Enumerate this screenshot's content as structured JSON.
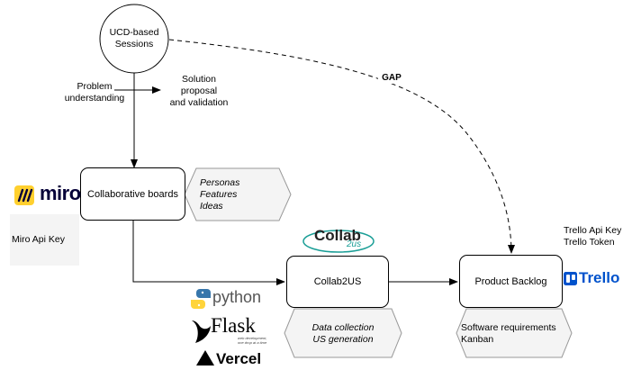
{
  "nodes": {
    "sessions": "UCD-based\nSessions",
    "problem": "Problem\nunderstanding",
    "solution": "Solution\nproposal\nand validation",
    "gap": "GAP",
    "boards": "Collaborative boards",
    "boards_outputs": "Personas\nFeatures\nIdeas",
    "collab2us": "Collab2US",
    "collab2us_outputs": "Data collection\nUS generation",
    "backlog": "Product Backlog",
    "backlog_outputs": "Software requirements\nKanban",
    "miro_key": "Miro Api Key",
    "trello_keys": "Trello Api Key\nTrello Token"
  },
  "logos": {
    "miro": "miro",
    "collab_top": "Collab",
    "collab_sub": "2us",
    "python": "python",
    "flask": "Flask",
    "flask_tagline": "web development,\none drop at a time",
    "vercel": "Vercel",
    "trello": "Trello"
  },
  "colors": {
    "miro_yellow": "#FFD02F",
    "collab_teal": "#1a9e96",
    "trello_blue": "#0052CC",
    "python_blue": "#3776AB",
    "python_yellow": "#FFD43B",
    "panel_gray": "#f4f4f4"
  }
}
